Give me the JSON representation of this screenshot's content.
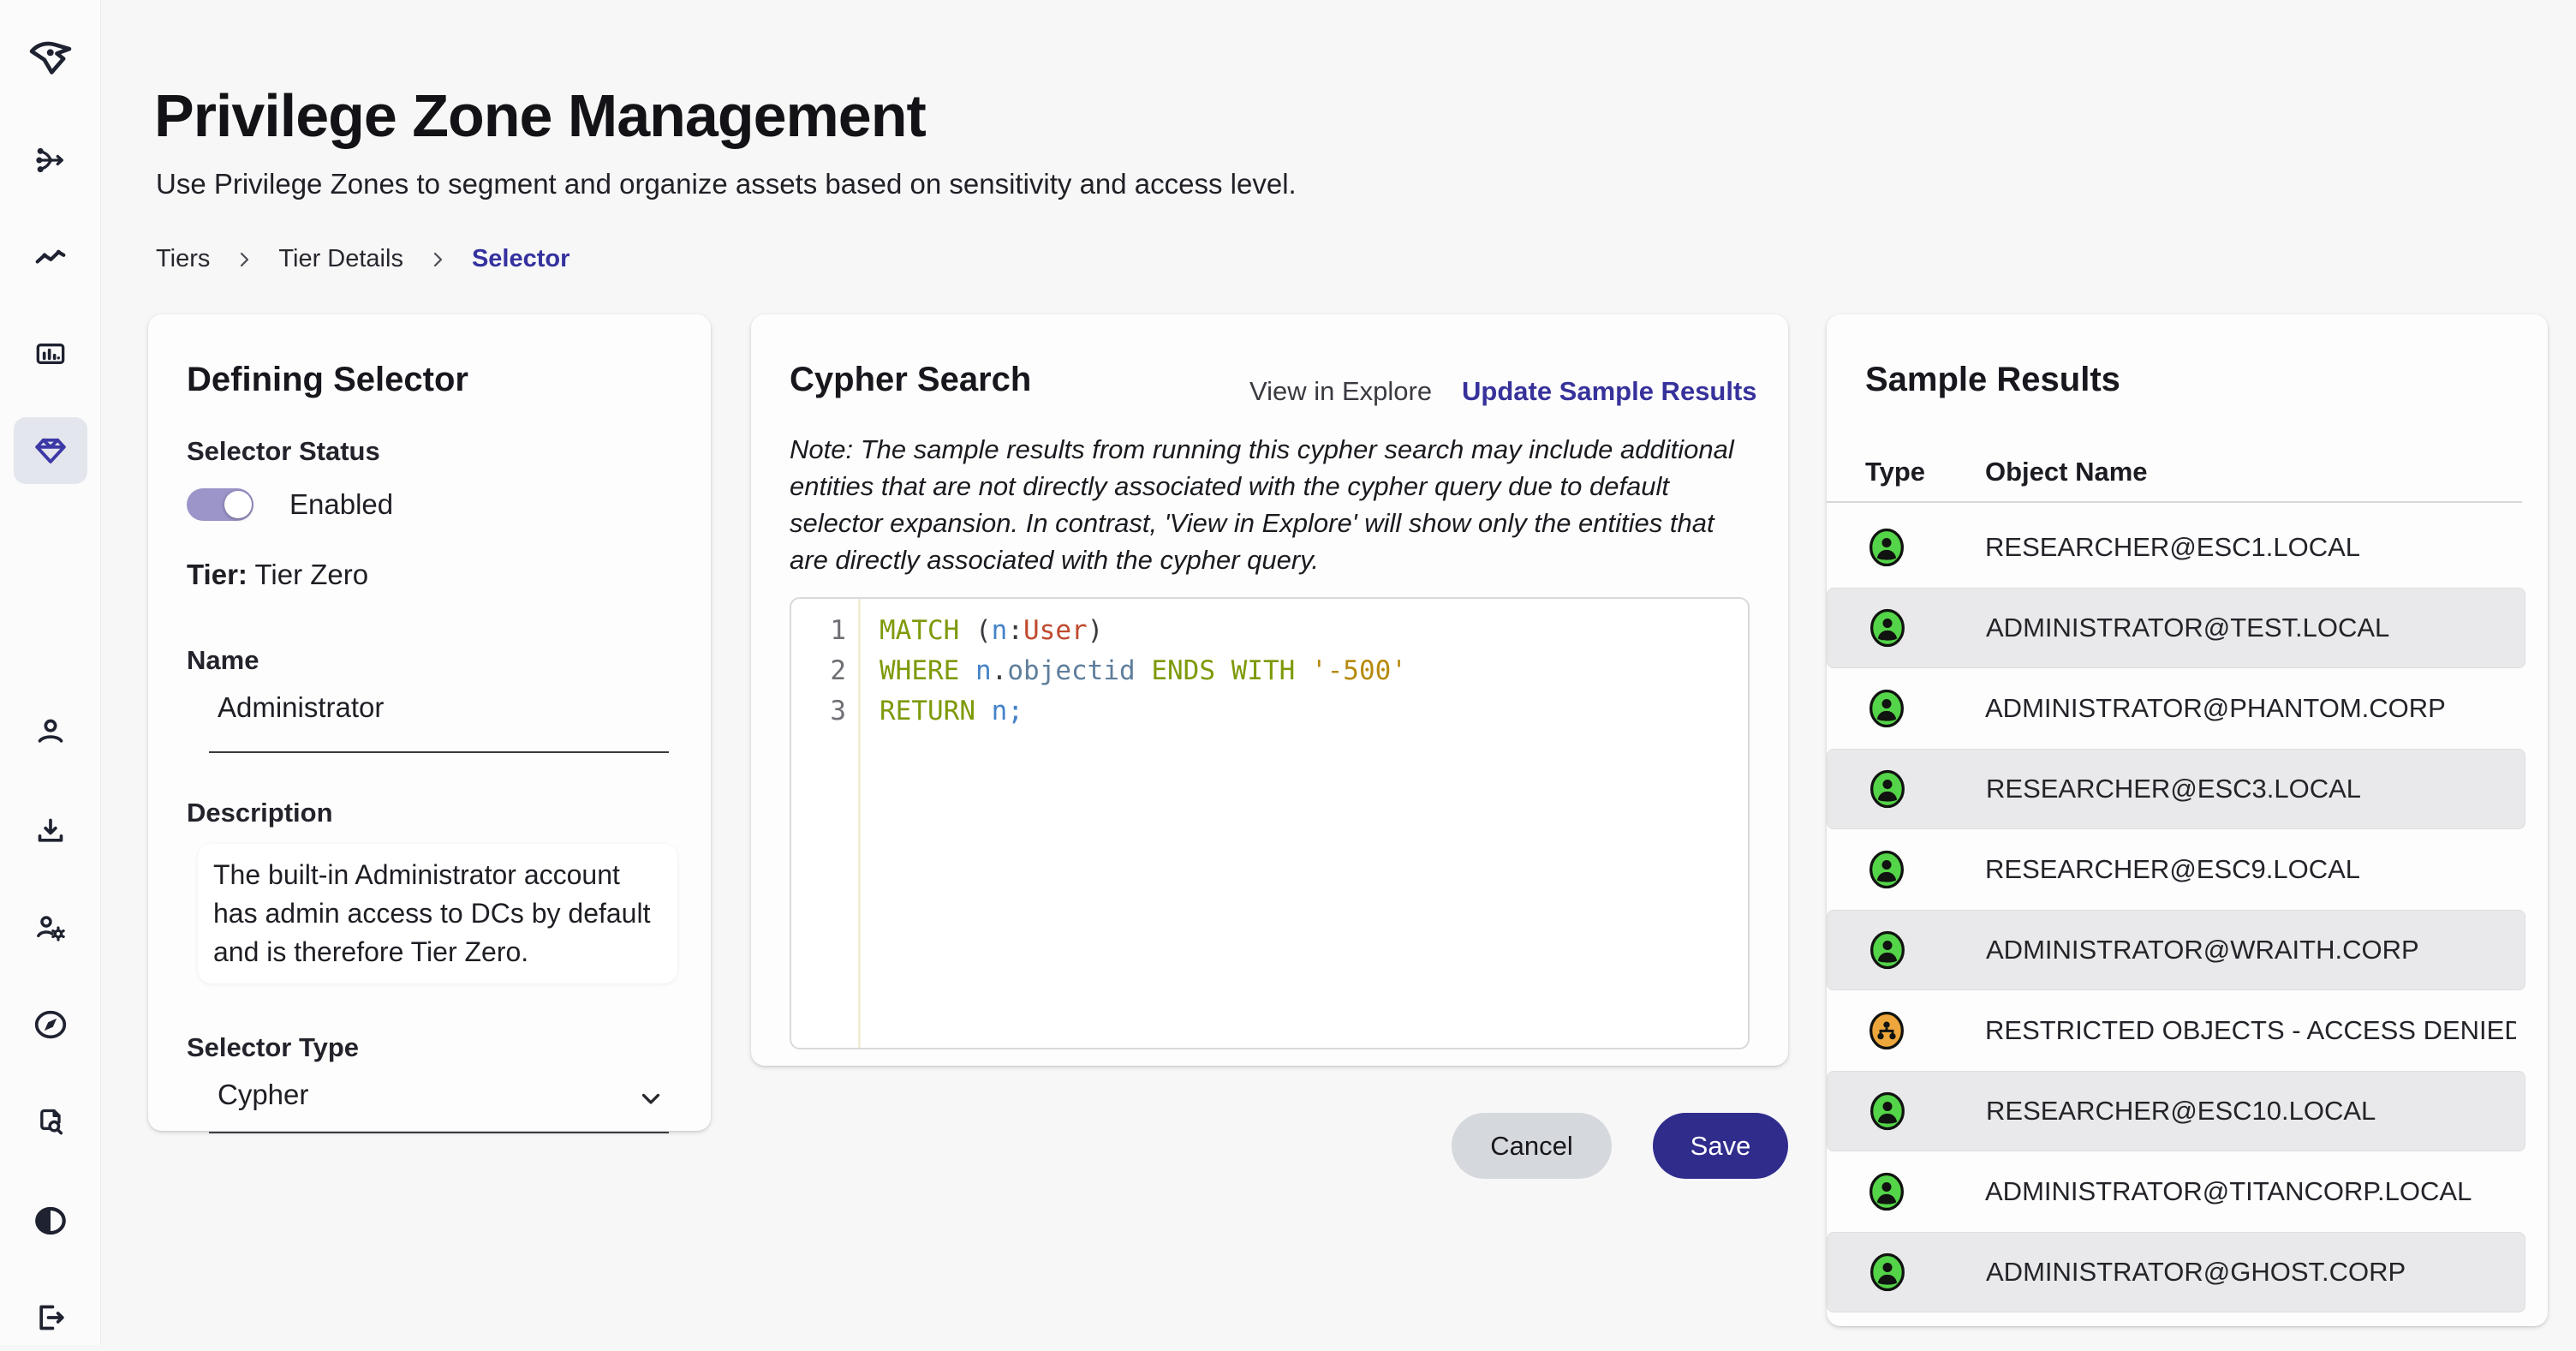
{
  "header": {
    "title": "Privilege Zone Management",
    "subtitle": "Use Privilege Zones to segment and organize assets based on sensitivity and access level.",
    "breadcrumbs": [
      {
        "label": "Tiers",
        "active": false
      },
      {
        "label": "Tier Details",
        "active": false
      },
      {
        "label": "Selector",
        "active": true
      }
    ]
  },
  "sidebar": {
    "icons": [
      "bloodhound-logo",
      "utility-icon",
      "line-chart-icon",
      "bar-chart-icon",
      "privilege-zones-gem-icon",
      "profile-icon",
      "download-icon",
      "administration-icon",
      "explore-compass-icon",
      "api-docs-icon",
      "theme-contrast-icon",
      "logout-icon"
    ],
    "active_icon": "privilege-zones-gem-icon"
  },
  "defining_selector": {
    "title": "Defining Selector",
    "status_label": "Selector Status",
    "status_value": "Enabled",
    "status_enabled": true,
    "tier_label": "Tier:",
    "tier_value": "Tier Zero",
    "name_label": "Name",
    "name_value": "Administrator",
    "description_label": "Description",
    "description_value": "The built-in Administrator account has admin access to DCs by default and is therefore Tier Zero.",
    "type_label": "Selector Type",
    "type_value": "Cypher"
  },
  "cypher_search": {
    "title": "Cypher Search",
    "view_in_explore_label": "View in Explore",
    "update_sample_results_label": "Update Sample Results",
    "note": "Note: The sample results from running this cypher search may include additional entities that are not directly associated with the cypher query due to default selector expansion. In contrast, 'View in Explore' will show only the entities that are directly associated with the cypher query.",
    "cancel_label": "Cancel",
    "save_label": "Save",
    "syntax_colors": {
      "keyword": "#7d9a08",
      "variable": "#4583c8",
      "property": "#5e7e9b",
      "label": "#bf4a2e",
      "string": "#b68a0c",
      "punct": "#3b3b3f",
      "line_number": "#6e6e74"
    },
    "code_lines": [
      {
        "number": "1",
        "tokens": [
          {
            "text": "MATCH",
            "type": "keyword"
          },
          {
            "text": " (",
            "type": "punct"
          },
          {
            "text": "n",
            "type": "variable"
          },
          {
            "text": ":",
            "type": "punct"
          },
          {
            "text": "User",
            "type": "label"
          },
          {
            "text": ")",
            "type": "punct"
          }
        ]
      },
      {
        "number": "2",
        "tokens": [
          {
            "text": "WHERE",
            "type": "keyword"
          },
          {
            "text": " ",
            "type": "punct"
          },
          {
            "text": "n",
            "type": "variable"
          },
          {
            "text": ".",
            "type": "punct"
          },
          {
            "text": "objectid",
            "type": "property"
          },
          {
            "text": " ",
            "type": "punct"
          },
          {
            "text": "ENDS WITH",
            "type": "keyword"
          },
          {
            "text": " ",
            "type": "punct"
          },
          {
            "text": "'-500'",
            "type": "string"
          }
        ]
      },
      {
        "number": "3",
        "tokens": [
          {
            "text": "RETURN",
            "type": "keyword"
          },
          {
            "text": " ",
            "type": "punct"
          },
          {
            "text": "n;",
            "type": "variable"
          }
        ]
      }
    ]
  },
  "sample_results": {
    "title": "Sample Results",
    "columns": [
      "Type",
      "Object Name"
    ],
    "icon_colors": {
      "user": "#54d448",
      "restricted": "#eda63b"
    },
    "rows": [
      {
        "icon": "user-icon",
        "kind": "user",
        "name": "RESEARCHER@ESC1.LOCAL"
      },
      {
        "icon": "user-icon",
        "kind": "user",
        "name": "ADMINISTRATOR@TEST.LOCAL"
      },
      {
        "icon": "user-icon",
        "kind": "user",
        "name": "ADMINISTRATOR@PHANTOM.CORP"
      },
      {
        "icon": "user-icon",
        "kind": "user",
        "name": "RESEARCHER@ESC3.LOCAL"
      },
      {
        "icon": "user-icon",
        "kind": "user",
        "name": "RESEARCHER@ESC9.LOCAL"
      },
      {
        "icon": "user-icon",
        "kind": "user",
        "name": "ADMINISTRATOR@WRAITH.CORP"
      },
      {
        "icon": "restricted-objects-icon",
        "kind": "restricted",
        "name": "RESTRICTED OBJECTS - ACCESS DENIED@…"
      },
      {
        "icon": "user-icon",
        "kind": "user",
        "name": "RESEARCHER@ESC10.LOCAL"
      },
      {
        "icon": "user-icon",
        "kind": "user",
        "name": "ADMINISTRATOR@TITANCORP.LOCAL"
      },
      {
        "icon": "user-icon",
        "kind": "user",
        "name": "ADMINISTRATOR@GHOST.CORP"
      }
    ]
  },
  "colors": {
    "accent_indigo": "#35319e",
    "save_button": "#302c8c",
    "toggle_track": "#9b95c9",
    "row_stripe": "#e9e9eb",
    "user_icon_green": "#54d448",
    "restricted_icon_orange": "#eda63b"
  }
}
